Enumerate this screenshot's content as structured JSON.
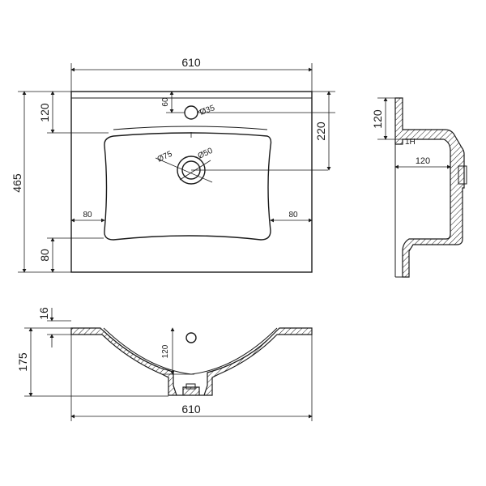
{
  "top_view": {
    "width": "610",
    "depth": "465",
    "back_to_sink": "120",
    "back_to_tap": "60",
    "tap_hole": "Ø35",
    "tap_to_drain": "220",
    "drain_outer": "Ø75",
    "drain_inner": "Ø50",
    "left_rim": "80",
    "right_rim": "80",
    "front_rim": "80"
  },
  "side_view": {
    "back_to_sink": "120",
    "inner_depth": "120",
    "note": "1H"
  },
  "front_view": {
    "top_thickness": "16",
    "height": "175",
    "bowl_depth": "120",
    "width": "610"
  }
}
